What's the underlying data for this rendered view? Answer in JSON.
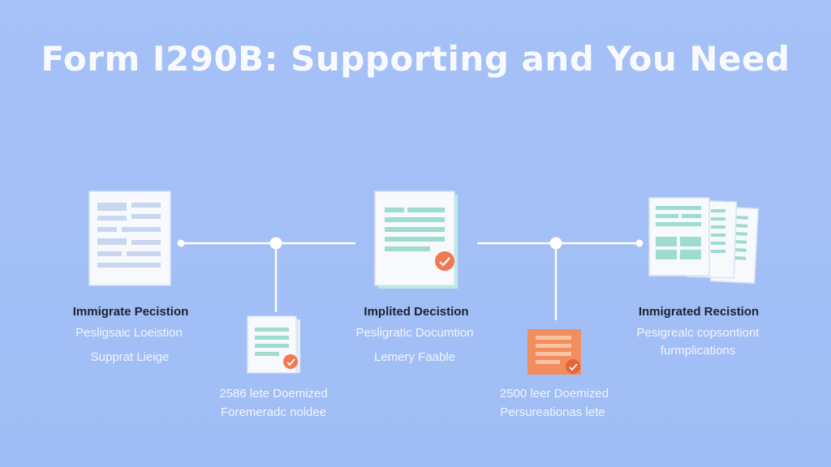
{
  "title": "Form I290B: Supporting and You Need",
  "colors": {
    "background": "#a2bff6",
    "teal": "#9edccf",
    "orange": "#f08a5d",
    "paper": "#f7f9fd",
    "line": "#ffffff"
  },
  "steps": [
    {
      "heading": "Immigrate Pecistion",
      "lines": [
        "Pesligsaic Loeistion",
        "Supprat Lieige"
      ],
      "icon": "document-icon"
    },
    {
      "heading": "Implited Decistion",
      "lines": [
        "Pesligratic Documtion",
        "Lemery Faable"
      ],
      "icon": "approved-document-icon"
    },
    {
      "heading": "Inmigrated Recistion",
      "lines": [
        "Pesigrealc copsontiont",
        "furmplications"
      ],
      "icon": "document-stack-icon"
    }
  ],
  "branches": [
    {
      "lines": [
        "2586 lete Doemized",
        "Foremeradc noldee"
      ],
      "icon": "checked-document-icon"
    },
    {
      "lines": [
        "2500 leer Doemized",
        "Persureationas lete"
      ],
      "icon": "orange-checked-document-icon"
    }
  ]
}
